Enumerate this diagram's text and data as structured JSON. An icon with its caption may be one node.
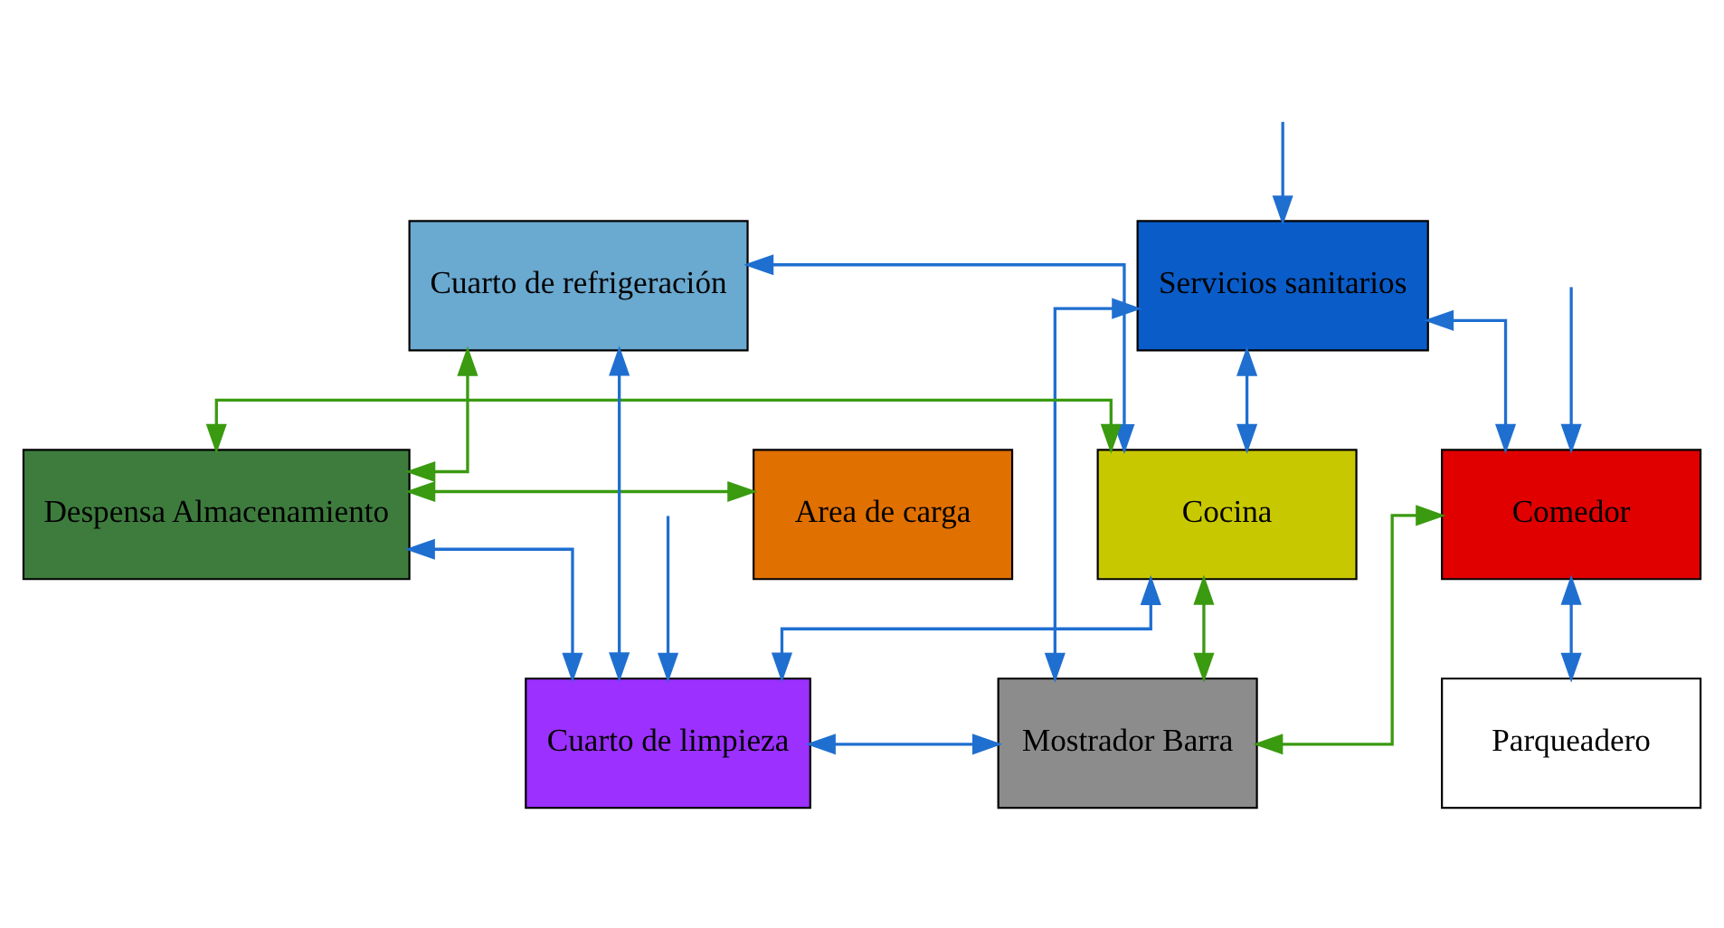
{
  "diagram": {
    "nodes": [
      {
        "text": [
          "Cuarto de refrigeración"
        ]
      },
      {
        "text": [
          "Servicios sanitarios"
        ]
      },
      {
        "text": [
          "Area de carga"
        ]
      },
      {
        "text": [
          "Despensa Almacenamiento"
        ]
      },
      {
        "text": [
          "Cocina"
        ]
      },
      {
        "text": [
          "Comedor"
        ]
      },
      {
        "text": [
          "Cuarto de limpieza"
        ]
      },
      {
        "text": [
          "Mostrador Barra"
        ]
      },
      {
        "text": [
          "Parqueadero"
        ]
      }
    ],
    "edges": [
      {
        "from": 6,
        "to": 0,
        "arrow": "both"
      },
      {
        "from": 0,
        "to": 3,
        "arrow": "both",
        "color": "#3a9a10"
      },
      {
        "from": 0,
        "to": 4,
        "arrow": "both"
      },
      {
        "from": 1,
        "to": 4,
        "arrow": "both"
      },
      {
        "from": null,
        "to": 1,
        "arrow": "to"
      },
      {
        "from": 1,
        "to": 5,
        "arrow": "both"
      },
      {
        "from": 2,
        "to": 3,
        "arrow": "both",
        "color": "#3a9a10"
      },
      {
        "from": 3,
        "to": 4,
        "arrow": "both",
        "color": "#3a9a10"
      },
      {
        "from": null,
        "to": 5,
        "arrow": "to"
      },
      {
        "from": 3,
        "to": 6,
        "arrow": "both"
      },
      {
        "from": 4,
        "to": 6,
        "arrow": "both"
      },
      {
        "from": 4,
        "to": 7,
        "arrow": "both",
        "color": "#3a9a10"
      },
      {
        "from": 1,
        "to": 7,
        "arrow": "both"
      },
      {
        "from": 5,
        "to": 7,
        "arrow": "both",
        "color": "#3a9a10"
      },
      {
        "from": 5,
        "to": 8,
        "arrow": "both"
      },
      {
        "from": 6,
        "to": 7,
        "arrow": "both"
      },
      {
        "from": null,
        "to": 6,
        "arrow": "to"
      }
    ]
  }
}
